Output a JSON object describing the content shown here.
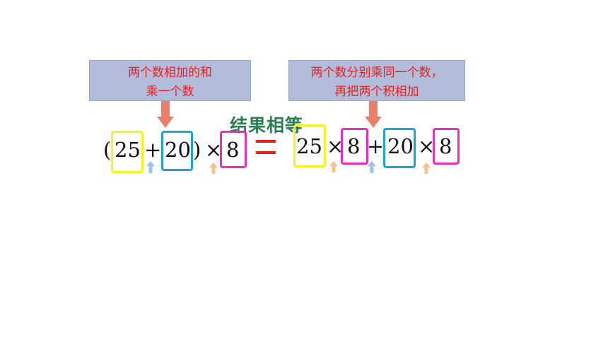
{
  "callouts": {
    "left": {
      "line1": "两个数相加的和",
      "line2": "乘一个数"
    },
    "right": {
      "line1": "两个数分别乘同一个数，",
      "line2": "再把两个积相加"
    }
  },
  "result_label": "结果相等",
  "left_expr": {
    "open_paren": "(",
    "a": "25",
    "plus": "+",
    "b": "20",
    "close_paren": ")",
    "times": "×",
    "c": "8"
  },
  "right_expr": {
    "a": "25",
    "times1": "×",
    "c1": "8",
    "plus": "+",
    "b": "20",
    "times2": "×",
    "c2": "8"
  },
  "colors": {
    "callout_bg": "#b4bcdc",
    "callout_text": "#e8201c",
    "result_text": "#2e7d4f",
    "box_yellow": "#f7f21f",
    "box_cyan": "#1ea3d8",
    "box_magenta": "#e62fc2",
    "equals_red": "#e8201c",
    "down_arrow": "#e8806c",
    "up_arrow_blue": "#9dc3e6",
    "up_arrow_orange": "#f8c08a"
  }
}
